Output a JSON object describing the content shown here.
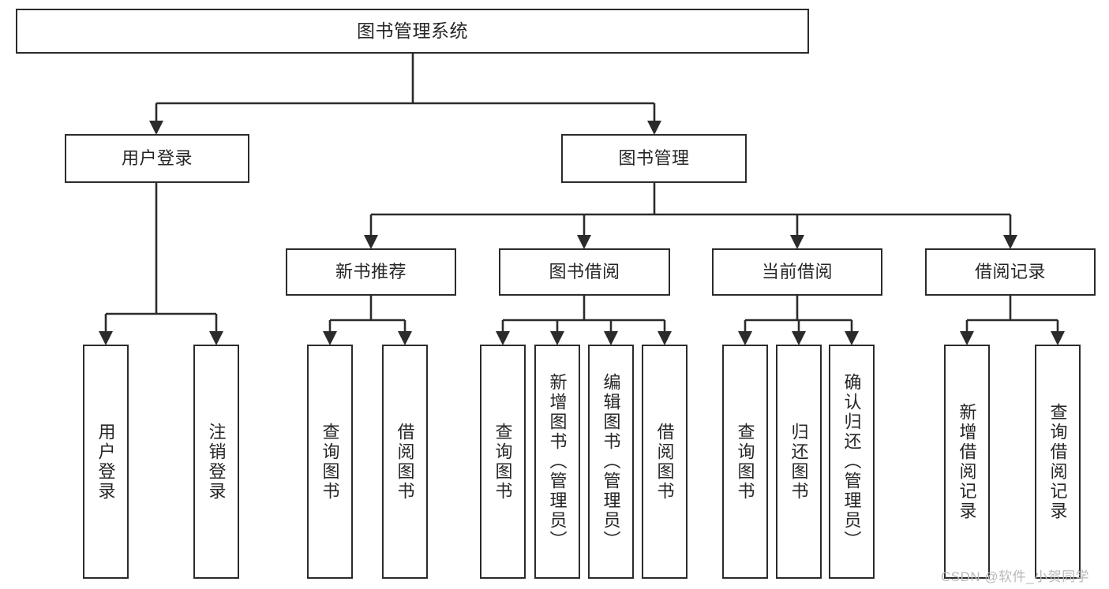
{
  "diagram": {
    "title": "图书管理系统",
    "type": "tree-hierarchy-chart",
    "root": {
      "label": "图书管理系统"
    },
    "level2": [
      {
        "label": "用户登录"
      },
      {
        "label": "图书管理"
      }
    ],
    "level3": [
      {
        "label": "新书推荐"
      },
      {
        "label": "图书借阅"
      },
      {
        "label": "当前借阅"
      },
      {
        "label": "借阅记录"
      }
    ],
    "leaves_user_login": [
      {
        "label": "用户登录"
      },
      {
        "label": "注销登录"
      }
    ],
    "leaves_new_book": [
      {
        "label": "查询图书"
      },
      {
        "label": "借阅图书"
      }
    ],
    "leaves_borrow": [
      {
        "label": "查询图书"
      },
      {
        "label": "新增图书（管理员）"
      },
      {
        "label": "编辑图书（管理员）"
      },
      {
        "label": "借阅图书"
      }
    ],
    "leaves_current": [
      {
        "label": "查询图书"
      },
      {
        "label": "归还图书"
      },
      {
        "label": "确认归还（管理员）"
      }
    ],
    "leaves_record": [
      {
        "label": "新增借阅记录"
      },
      {
        "label": "查询借阅记录"
      }
    ]
  },
  "watermark": {
    "text": "CSDN @软件_小贺同学"
  },
  "colors": {
    "stroke": "#2b2b2b",
    "fill": "#ffffff",
    "text": "#262626",
    "watermark": "#b9b9b9"
  }
}
